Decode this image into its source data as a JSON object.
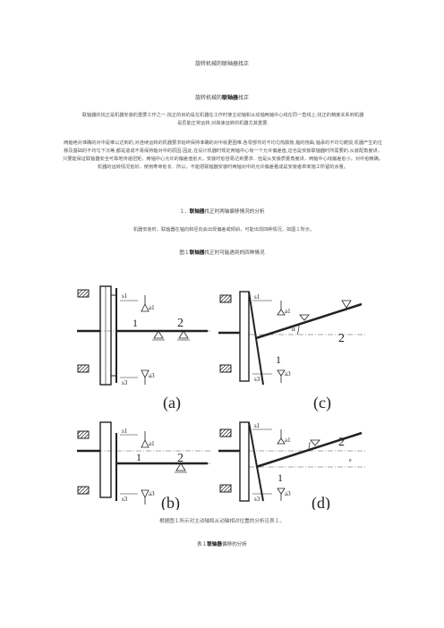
{
  "doc_title": "旋转机械的联轴器找正",
  "subtitle": {
    "pre": "旋转机械的",
    "kw": "联轴器",
    "post": "找正"
  },
  "paragraphs": {
    "p1": "联轴器的找正是机器安装的重要工作之一.找正的目的是在机器在工作时使主动轴和从动轴两轴中心线在同一直线上.找正的精度关系到机器是否能正常运转,对高速运转的机器尤其重要.",
    "p2": "两轴绝对准确的对中是难以达到的,对连续运转的机器要求始终保持准确的对中就更困难.各零部件的不均匀热膨胀,轴的挠曲,轴承的不均匀磨损,机器产生的位移及基础的不均匀下沉等,都是造成不易保持轴对中的原因.因此,在设计机器时规定两轴中心有一个允许偏差值,这也是安装联轴器时所需要的.从装配角度讲，只要能保证联轴器安全可靠地传递扭矩，两轴中心允许的偏差值愈大，安装时愈容易达到要求．但是从安装质量角度讲，两轴中心线偏差愈小，对中愈精确，机器的运转情况愈好，使用寿命愈长．所以，不能把联轴器安装时两轴对中的允许偏差看成是安装者草率施工所留的余量。",
    "p3": "机器安装时，联轴器在轴向和径向会出现偏差或倾斜，可能出现四种情况，如图１所示。"
  },
  "section1": {
    "pre": "１．",
    "kw": "联轴器",
    "post": "找正时两轴偏移情况的分析"
  },
  "figure_caption": {
    "pre": "图１",
    "kw": "联轴器",
    "post": "找正时可能遇到的四种情况"
  },
  "figure_labels": {
    "s1": "s1",
    "s3": "s3",
    "a1": "a1",
    "a3": "a3",
    "one": "1",
    "two": "2",
    "panel_a": "(a)",
    "panel_b": "(b)",
    "panel_c": "(c)",
    "panel_d": "(d)",
    "alpha": "α",
    "e": "e"
  },
  "figure_text": "根据图１所示对主动轴和从动轴相对位置的分析见表１。",
  "table_caption": {
    "pre": "表１",
    "kw": "联轴器",
    "post": "偏移的分析"
  }
}
